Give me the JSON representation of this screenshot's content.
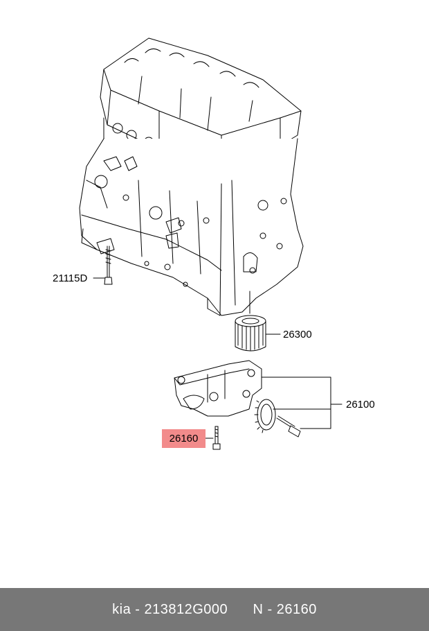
{
  "callouts": {
    "bolt_engine": "21115D",
    "oil_filter": "26300",
    "oil_pump_assembly": "26100",
    "pump_bolt": "26160"
  },
  "footer": {
    "part_line": "kia - 213812G000",
    "ref_line": "N - 26160"
  },
  "colors": {
    "highlight": "#f28b8b",
    "footer_bg": "#777777",
    "footer_text": "#ffffff",
    "line": "#000000"
  }
}
